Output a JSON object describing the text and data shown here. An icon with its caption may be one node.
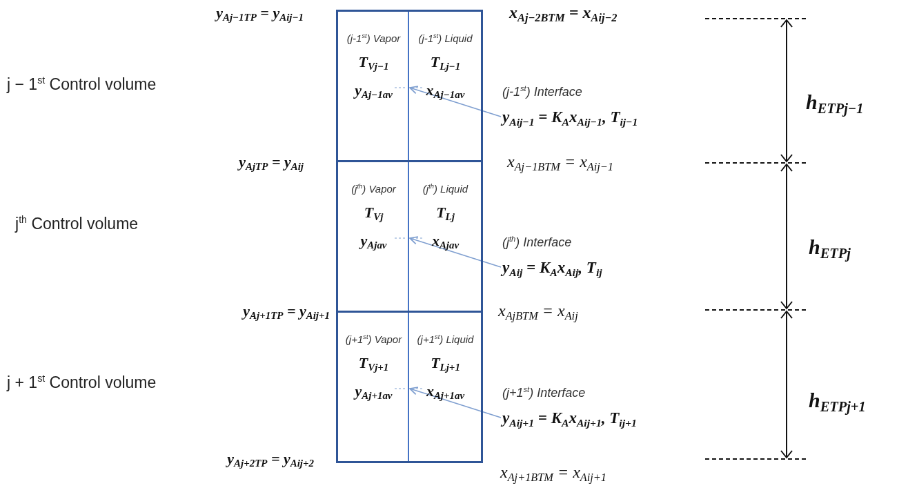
{
  "diagram": {
    "nodes": [
      {
        "text": [],
        "shape": "box"
      },
      {
        "text": [
          "(j-1$^{st}$) Vapor",
          "T$_{Vj−1}$",
          "y$_{Aj−1av}$"
        ],
        "in": 0
      },
      {
        "text": [],
        "shape": "bar",
        "in": 0
      },
      {
        "text": [
          "(j-1$^{st}$) Liquid",
          "T$_{Lj−1}$",
          "x$_{Aj−1av}$"
        ],
        "in": 0
      },
      {
        "text": [],
        "shape": "box"
      },
      {
        "text": [
          "(j$^{th}$) Vapor",
          "T$_{Vj}$",
          "y$_{Ajav}$"
        ],
        "in": 4
      },
      {
        "text": [],
        "shape": "bar",
        "in": 4
      },
      {
        "text": [
          "(j$^{th}$) Liquid",
          "T$_{Lj}$",
          "x$_{Ajav}$"
        ],
        "in": 4
      },
      {
        "text": [],
        "shape": "box"
      },
      {
        "text": [
          "(j+1$^{st}$) Vapor",
          "T$_{Vj+1}$",
          "y$_{Aj+1av}$"
        ],
        "in": 8
      },
      {
        "text": [],
        "shape": "bar",
        "in": 8
      },
      {
        "text": [
          "(j+1$^{st}$) Liquid",
          "T$_{Lj+1}$",
          "x$_{Aj+1av}$"
        ],
        "in": 8
      },
      {
        "text": [
          "(j-1$^{st}$) Interface",
          "y$_{Aij−1}$ = K$_{A}$x$_{Aij−1}$, T$_{ij−1}$"
        ]
      },
      {
        "text": [
          "(j$^{th}$) Interface",
          "y$_{Aij}$ = K$_{A}$x$_{Aij}$, T$_{ij}$"
        ]
      },
      {
        "text": [
          "(j+1$^{st}$) Interface",
          "y$_{Aij+1}$ = K$_{A}$x$_{Aij+1}$, T$_{ij+1}$"
        ]
      }
    ],
    "edges": [
      {
        "from": 12,
        "to": 2,
        "arrow": "to"
      },
      {
        "from": 1,
        "to": 2,
        "arrow": "none",
        "style": "dashed"
      },
      {
        "from": 3,
        "to": 2,
        "arrow": "none",
        "style": "dashed"
      },
      {
        "from": 13,
        "to": 6,
        "arrow": "to"
      },
      {
        "from": 5,
        "to": 6,
        "arrow": "none",
        "style": "dashed"
      },
      {
        "from": 7,
        "to": 6,
        "arrow": "none",
        "style": "dashed"
      },
      {
        "from": 14,
        "to": 10,
        "arrow": "to"
      },
      {
        "from": 9,
        "to": 10,
        "arrow": "none",
        "style": "dashed"
      },
      {
        "from": 11,
        "to": 10,
        "arrow": "none",
        "style": "dashed"
      }
    ],
    "labels": [
      "y$_{Aj−1TP}$ = y$_{Aij−1}$",
      "x$_{Aj−2BTM}$ = x$_{Aij−2}$",
      "j − 1$^{st}$ Control volume",
      "h$_{ETPj−1}$",
      "y$_{AjTP}$ = y$_{Aij}$",
      "x$_{Aj−1BTM}$ = x$_{Aij−1}$",
      "j$^{th}$ Control volume",
      "h$_{ETPj}$",
      "y$_{Aj+1TP}$ = y$_{Aij+1}$",
      "x$_{AjBTM}$ = x$_{Aij}$",
      "j + 1$^{st}$ Control volume",
      "h$_{ETPj+1}$",
      "y$_{Aj+2TP}$ = y$_{Aij+2}$",
      "x$_{Aj+1BTM}$ = x$_{Aij+1}$"
    ]
  }
}
